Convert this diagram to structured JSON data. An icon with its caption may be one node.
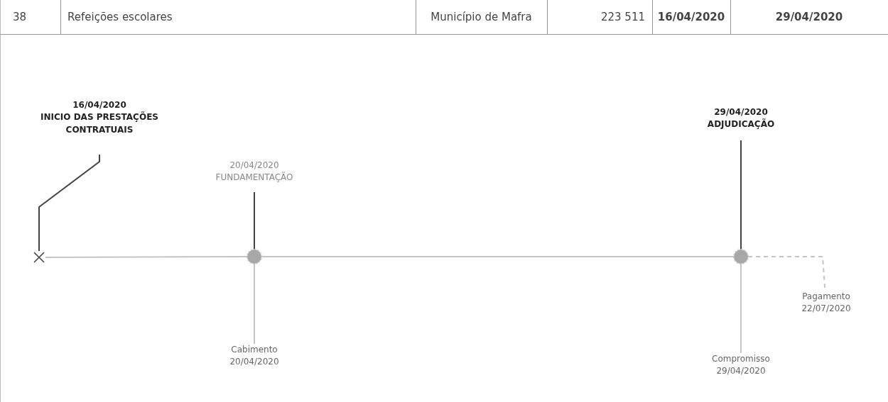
{
  "diagram": {
    "nodes": [
      {
        "text": [
          "16/04/2020",
          "INICIO DAS PRESTAÇÕES CONTRATUAIS"
        ]
      },
      {
        "text": [],
        "shape": "cross"
      },
      {
        "text": [
          "20/04/2020",
          "FUNDAMENTAÇÃO"
        ]
      },
      {
        "text": [],
        "shape": "circle"
      },
      {
        "text": [
          "Cabimento",
          "20/04/2020"
        ]
      },
      {
        "text": [
          "29/04/2020",
          "ADJUDICAÇÃO"
        ]
      },
      {
        "text": [],
        "shape": "circle"
      },
      {
        "text": [
          "Compromisso",
          "29/04/2020"
        ]
      },
      {
        "text": [
          "Pagamento",
          "22/07/2020"
        ]
      }
    ],
    "edges": [
      {
        "from": 0,
        "to": 1,
        "arrow": "none",
        "color": "#444444"
      },
      {
        "from": 2,
        "to": 3,
        "arrow": "none",
        "color": "#444444"
      },
      {
        "from": 3,
        "to": 4,
        "arrow": "none"
      },
      {
        "from": 5,
        "to": 6,
        "arrow": "none",
        "color": "#444444"
      },
      {
        "from": 6,
        "to": 7,
        "arrow": "none"
      },
      {
        "from": 1,
        "to": 3,
        "arrow": "none"
      },
      {
        "from": 3,
        "to": 6,
        "arrow": "none"
      },
      {
        "from": 6,
        "to": 8,
        "arrow": "none",
        "style": "dashed"
      }
    ],
    "labels": [
      "38",
      "Refeições escolares",
      "Município de Mafra",
      "223 511",
      "16/04/2020",
      "29/04/2020"
    ]
  }
}
